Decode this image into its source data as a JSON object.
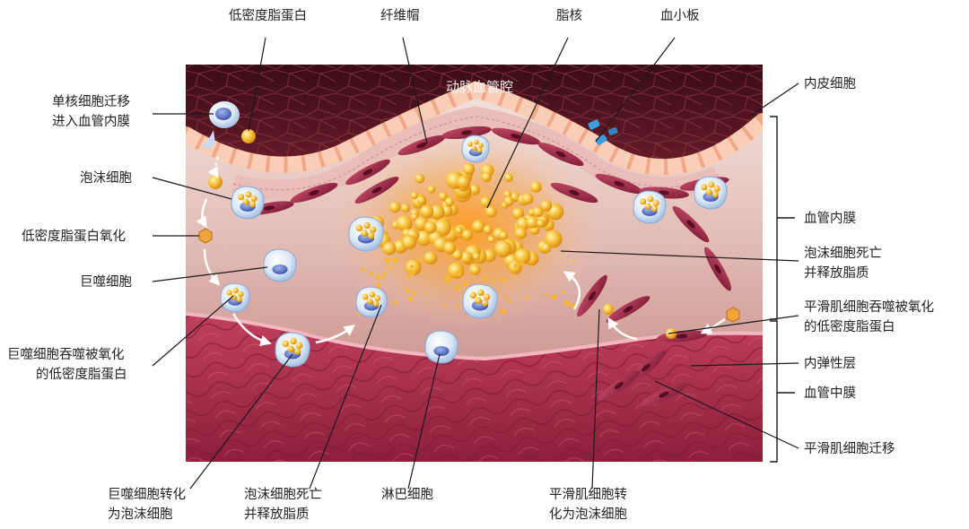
{
  "figure": {
    "lumen_label": "动脉血管腔",
    "top_labels": {
      "ldl": "低密度脂蛋白",
      "fibrous_cap": "纤维帽",
      "lipid_core": "脂核",
      "platelet": "血小板"
    },
    "left_labels": {
      "monocyte_line1": "单核细胞迁移",
      "monocyte_line2": "进入血管内膜",
      "foam_cell": "泡沫细胞",
      "oxidized_ldl": "低密度脂蛋白氧化",
      "macrophage": "巨噬细胞",
      "macrophage_engulf_line1": "巨噬细胞吞噬被氧化",
      "macrophage_engulf_line2": "的低密度脂蛋白"
    },
    "right_labels": {
      "endothelial": "内皮细胞",
      "intima": "血管内膜",
      "foam_death_line1": "泡沫细胞死亡",
      "foam_death_line2": "并释放脂质",
      "smc_engulf_line1": "平滑肌细胞吞噬被氧化",
      "smc_engulf_line2": "的低密度脂蛋白",
      "internal_elastic": "内弹性层",
      "media": "血管中膜",
      "smc_migration": "平滑肌细胞迁移"
    },
    "bottom_labels": {
      "macrophage_to_foam_line1": "巨噬细胞转化",
      "macrophage_to_foam_line2": "为泡沫细胞",
      "foam_death_line1": "泡沫细胞死亡",
      "foam_death_line2": "并释放脂质",
      "lymphocyte": "淋巴细胞",
      "smc_to_foam_line1": "平滑肌细胞转",
      "smc_to_foam_line2": "化为泡沫细胞"
    },
    "colors": {
      "lumen": "#5a1620",
      "endothelium": "#f2b69a",
      "intima": "#e8c9c4",
      "media": "#b3324f",
      "lipid": "#f5b42a",
      "cell": "#dde9f7",
      "smooth_muscle": "#a8324e"
    }
  }
}
